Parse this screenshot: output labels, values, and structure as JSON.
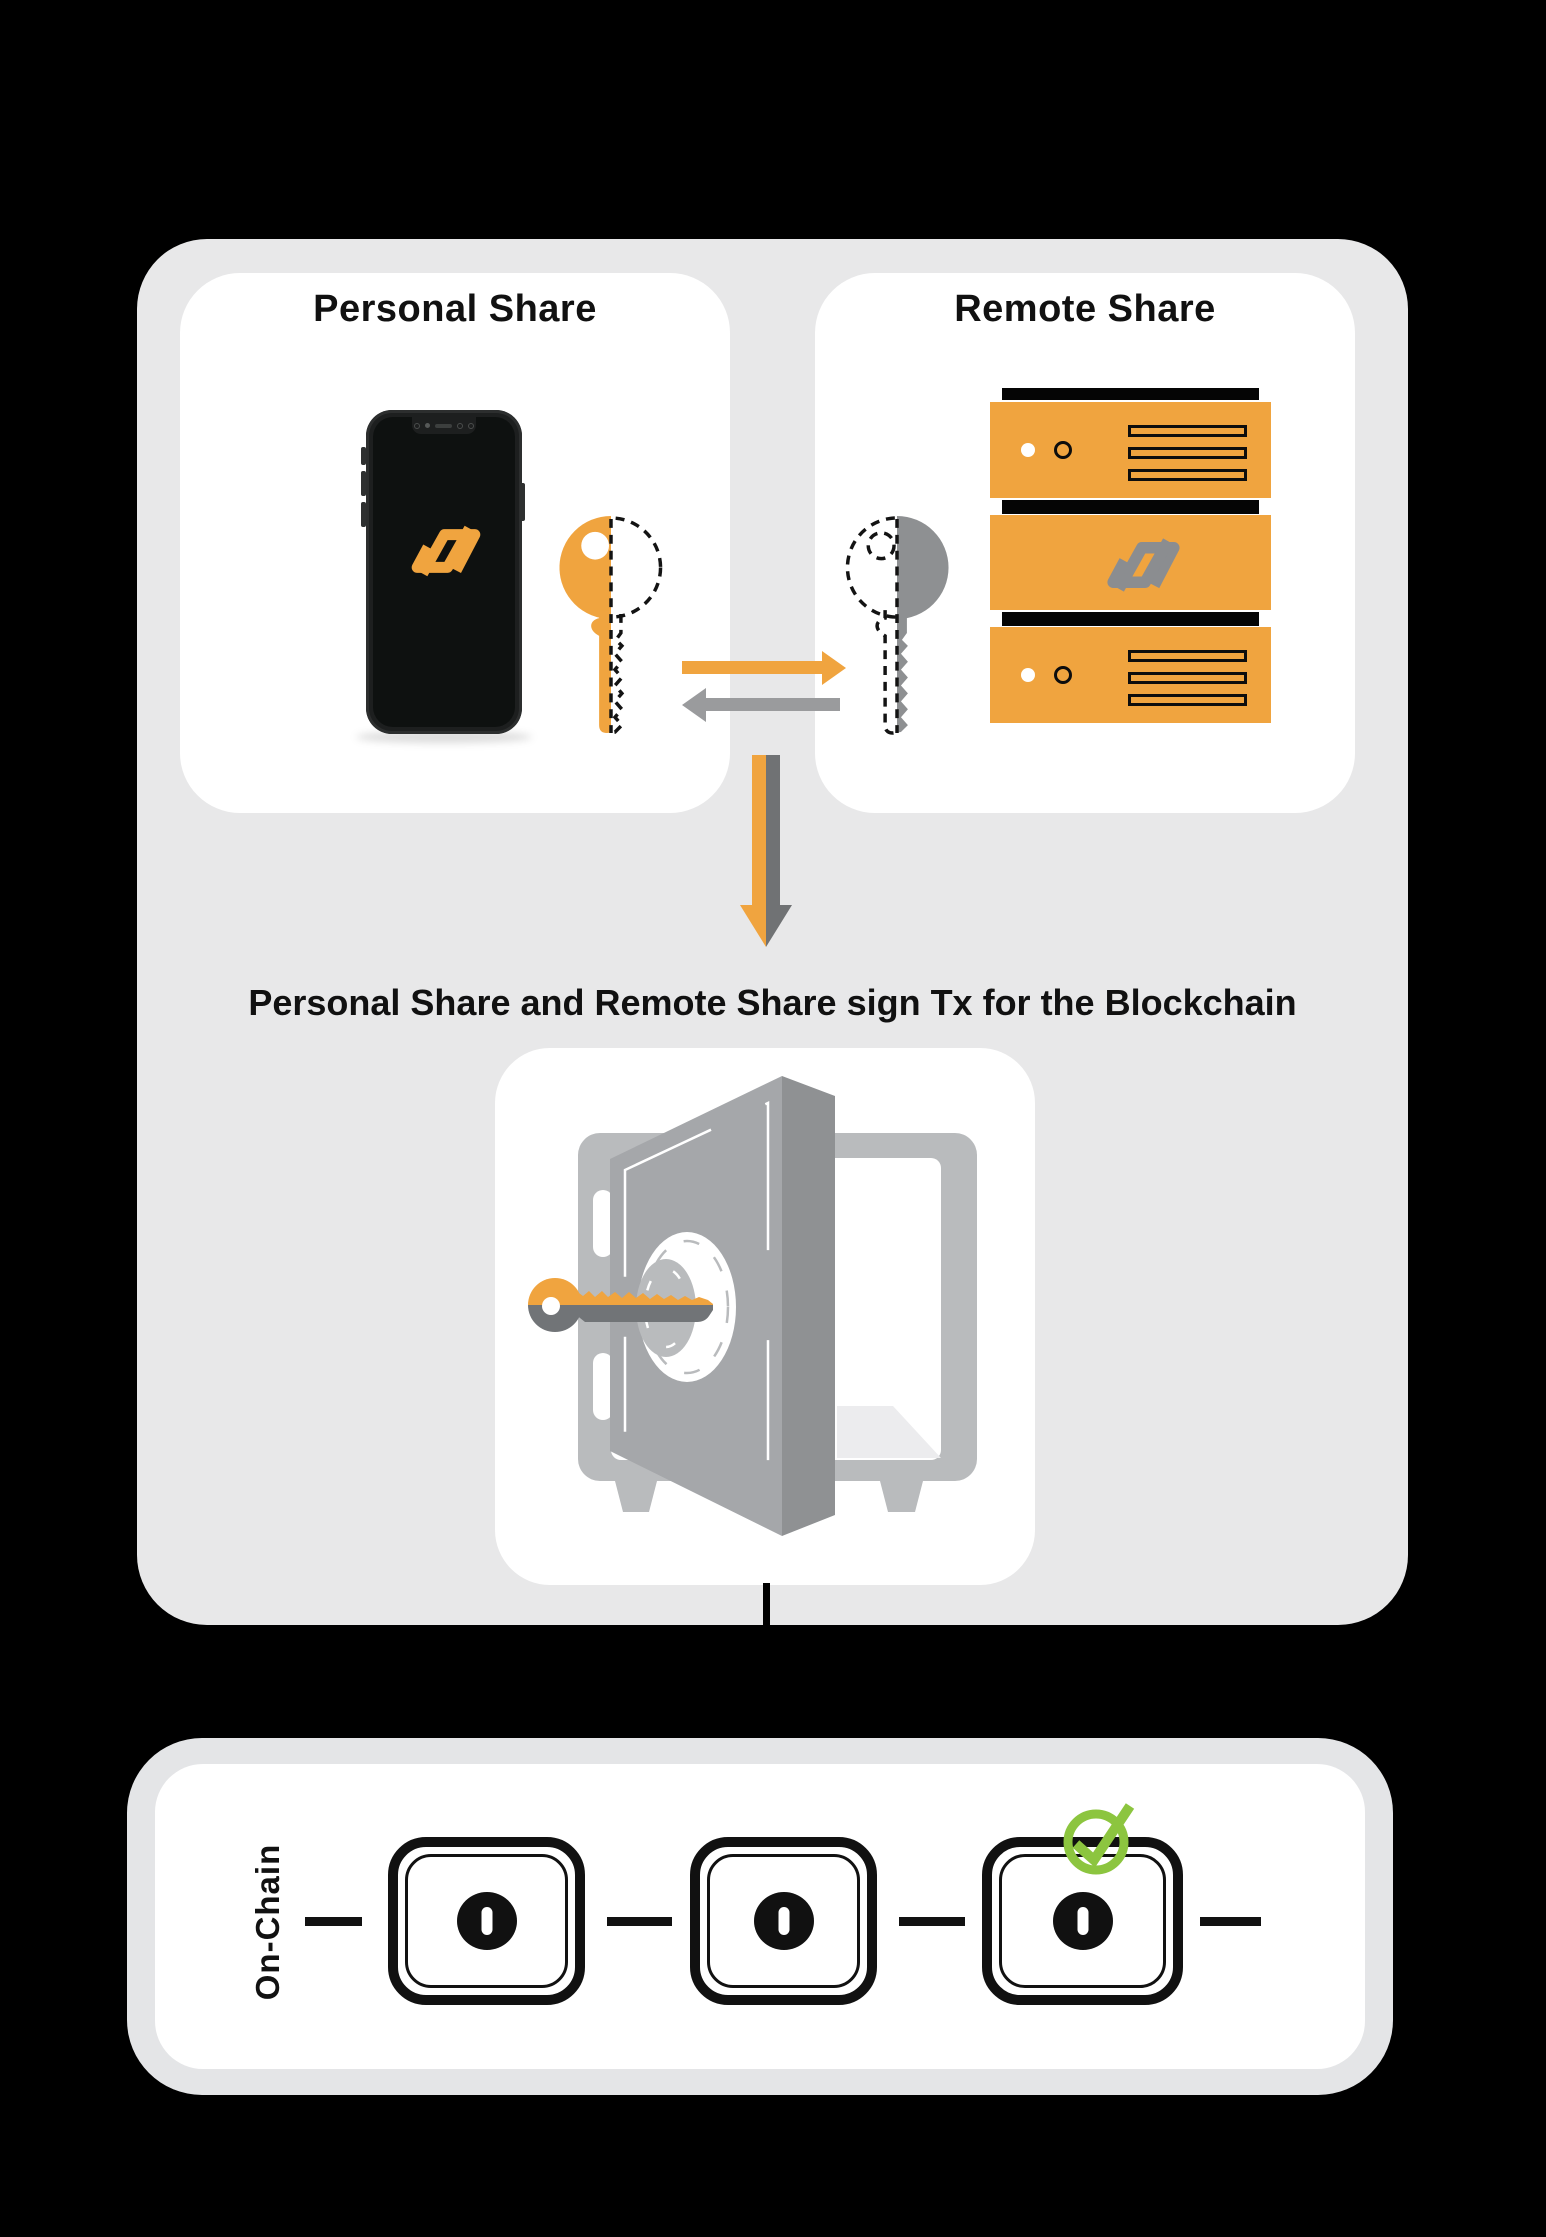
{
  "cards": {
    "personal": {
      "title": "Personal Share",
      "icons": [
        "phone-icon",
        "half-key-orange-icon"
      ]
    },
    "remote": {
      "title": "Remote Share",
      "icons": [
        "half-key-gray-icon",
        "server-stack-icon"
      ]
    }
  },
  "caption": "Personal Share and Remote Share sign Tx for the Blockchain",
  "onchain": {
    "label": "On-Chain",
    "block_count": 3,
    "status_icon": "green-check-icon"
  },
  "icons": {
    "exchange": [
      "arrow-right-orange-icon",
      "arrow-left-gray-icon"
    ],
    "combine": "arrow-down-split-icon",
    "vault": "safe-with-combined-key-icon",
    "connector": "arrow-down-black-icon"
  },
  "colors": {
    "bg": "#000000",
    "container": "#E8E8E9",
    "card": "#FFFFFF",
    "ink": "#111111",
    "orange": "#F0A43F",
    "gray-key": "#8E9092",
    "gray-arrow": "#9A9B9D",
    "gray-down": "#707274",
    "logo-gray": "#8B8D90",
    "phone-body": "#1D1F1F",
    "phone-screen": "#0E1110",
    "safe-frame": "#B9BBBD",
    "safe-door": "#A5A7AA",
    "safe-door-side": "#8F9193",
    "safe-floor": "#ECECEE",
    "key-gray-dark": "#717477",
    "panel-border": "#E4E5E7",
    "green": "#8CC53F"
  }
}
